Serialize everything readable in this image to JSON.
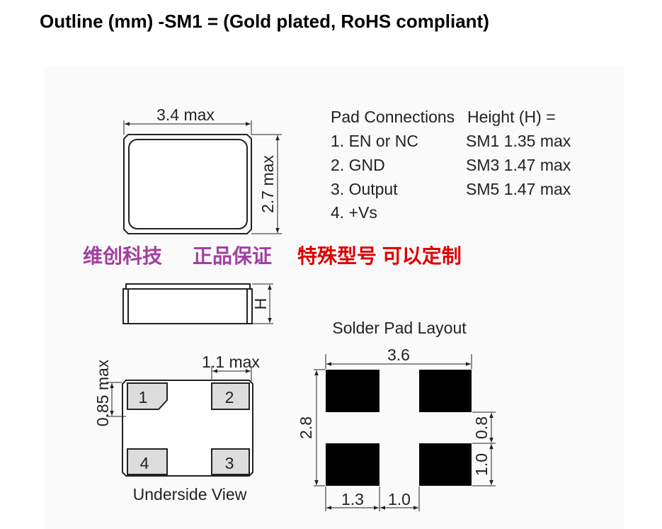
{
  "title": "Outline (mm) -SM1 = (Gold plated, RoHS compliant)",
  "top_view": {
    "width_label": "3.4 max",
    "height_label": "2.7 max"
  },
  "pad_connections": {
    "heading": "Pad Connections",
    "items": [
      "1. EN or NC",
      "2. GND",
      "3. Output",
      "4. +Vs"
    ]
  },
  "height": {
    "heading": "Height (H) =",
    "items": [
      "SM1 1.35 max",
      "SM3 1.47 max",
      "SM5 1.47 max"
    ]
  },
  "watermark": {
    "part1": "维创科技",
    "part2": "正品保证",
    "part3": "特殊型号 可以定制",
    "color_purple": "#a040a0",
    "color_red": "#e00000"
  },
  "side_view": {
    "height_label": "H"
  },
  "underside": {
    "pad_width_label": "1.1 max",
    "pad_height_label": "0.85 max",
    "pads": [
      "1",
      "2",
      "4",
      "3"
    ],
    "caption": "Underside View"
  },
  "solder_pad": {
    "title": "Solder Pad Layout",
    "width_label": "3.6",
    "height_label": "2.8",
    "gap_v_label": "0.8",
    "pad_h_label": "1.0",
    "pad_w_label": "1.3",
    "gap_h_label": "1.0"
  }
}
